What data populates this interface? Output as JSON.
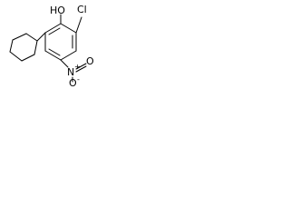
{
  "molecule": {
    "atoms": {
      "hydroxyl": "HO",
      "chlorine": "Cl",
      "nitro_nitrogen": "N",
      "nitro_nitrogen_charge": "+",
      "nitro_oxygen_top": "O",
      "nitro_oxygen_bottom": "O",
      "nitro_oxygen_charge": "-"
    }
  }
}
